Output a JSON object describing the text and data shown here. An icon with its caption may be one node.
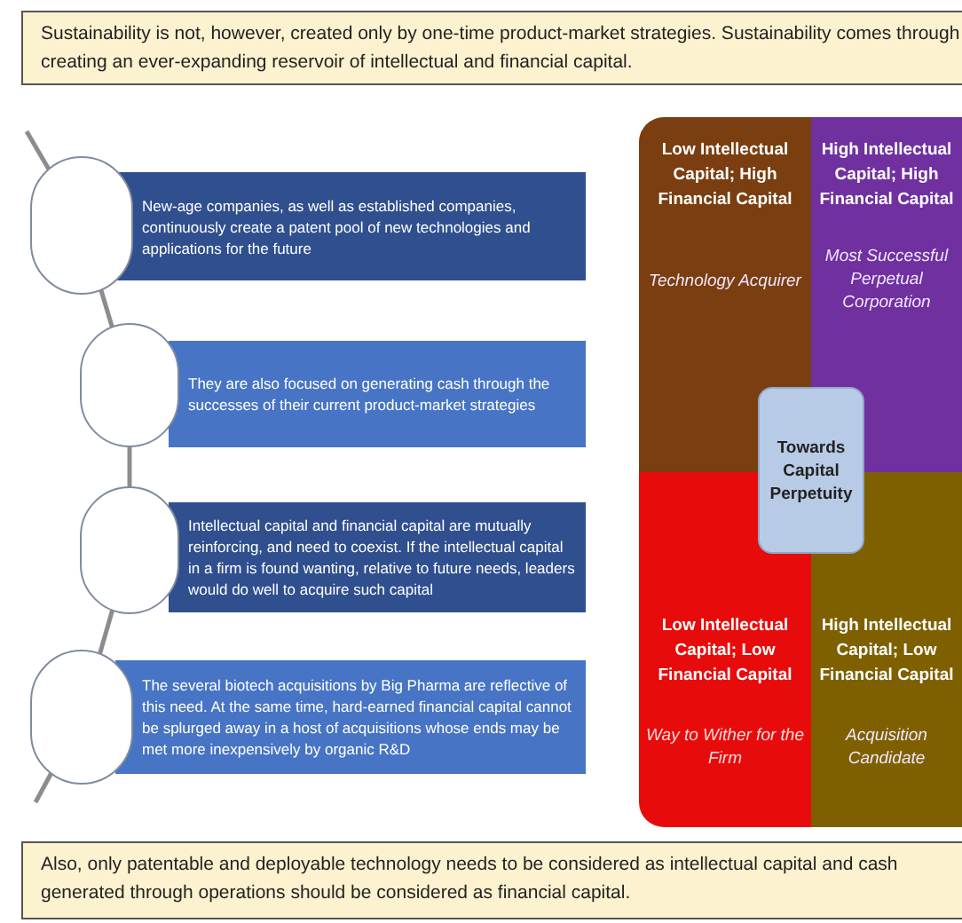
{
  "diagram": {
    "nodes": [
      {
        "text": [
          "Sustainability is not, however, created only by one-time product-market strategies. Sustainability comes through creating an ever-expanding reservoir of intellectual and financial capital."
        ]
      },
      {
        "text": [],
        "shape": "circle"
      },
      {
        "text": [
          "New-age companies, as well as established companies, continuously create a patent pool of new technologies and applications for the future"
        ]
      },
      {
        "text": [],
        "shape": "circle"
      },
      {
        "text": [
          "They are also focused on generating cash through the successes of their current product-market strategies"
        ]
      },
      {
        "text": [],
        "shape": "circle"
      },
      {
        "text": [
          "Intellectual capital and financial capital are mutually reinforcing, and need to coexist. If the intellectual capital in a firm is found wanting, relative to future needs, leaders would do well to acquire such capital"
        ]
      },
      {
        "text": [],
        "shape": "circle"
      },
      {
        "text": [
          "The several biotech acquisitions by Big Pharma are reflective of this need. At the same time, hard-earned financial capital cannot be splurged away in a host of acquisitions whose ends may be met more inexpensively by organic R&D"
        ]
      },
      {
        "text": [
          "Low Intellectual Capital; High Financial Capital",
          "Technology Acquirer"
        ]
      },
      {
        "text": [
          "High Intellectual Capital; High Financial Capital",
          "Most Successful Perpetual Corporation"
        ]
      },
      {
        "text": [
          "Towards Capital Perpetuity"
        ]
      },
      {
        "text": [
          "Low Intellectual Capital; Low Financial Capital",
          "Way to Wither for the Firm"
        ]
      },
      {
        "text": [
          "High Intellectual Capital; Low Financial Capital",
          "Acquisition Candidate"
        ]
      },
      {
        "text": [
          "Also, only patentable and deployable technology needs to be considered as intellectual capital and cash generated through operations should be considered as financial capital."
        ]
      }
    ],
    "edges": [
      {
        "from": null,
        "to": 1,
        "arrow": "none"
      },
      {
        "from": 1,
        "to": 3,
        "arrow": "none"
      },
      {
        "from": 3,
        "to": 5,
        "arrow": "none"
      },
      {
        "from": 5,
        "to": 7,
        "arrow": "none"
      },
      {
        "from": 7,
        "to": null,
        "arrow": "none"
      }
    ]
  }
}
